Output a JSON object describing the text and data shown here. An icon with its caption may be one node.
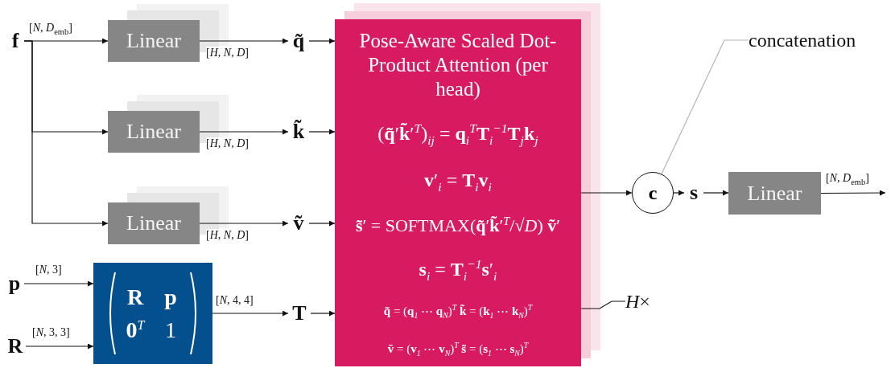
{
  "diagram": {
    "nodes": [
      {
        "text": [
          "f"
        ]
      },
      {
        "text": [
          "Linear"
        ]
      },
      {
        "text": [
          "Linear"
        ]
      },
      {
        "text": [
          "Linear"
        ]
      },
      {
        "text": [
          "q̃"
        ]
      },
      {
        "text": [
          "k̃"
        ]
      },
      {
        "text": [
          "ṽ"
        ]
      },
      {
        "text": [
          "p"
        ]
      },
      {
        "text": [
          "R"
        ]
      },
      {
        "text": [
          "R",
          "p",
          "**0**$^{T}$",
          "1"
        ]
      },
      {
        "text": [
          "T"
        ]
      },
      {
        "text": [
          "Pose-Aware Scaled Dot-Product Attention (per head)",
          "(**q̃**′**k̃**′$^{T}$)$_{ij}$ = **q**$_{i}$$^{T}$**T**$_{i}$$^{−1}$**T**$_{j}$**k**$_{j}$",
          "**v**′$_{i}$ = **T**$_{i}$**v**$_{i}$",
          "**s̃**′ = SOFTMAX(**q̃**′**k̃**′$^{T}$/√*D*) **ṽ**′",
          "**s**$_{i}$ = **T**$_{i}$$^{−1}$**s**′$_{i}$",
          "**q̃** = (**q**$_{1}$ ⋯ **q**$_{N}$)$^{T}$ **k̃** = (**k**$_{1}$ ⋯ **k**$_{N}$)$^{T}$",
          "**ṽ** = (**v**$_{1}$ ⋯ **v**$_{N}$)$^{T}$ **s̃** = (**s**$_{1}$ ⋯ **s**$_{N}$)$^{T}$"
        ]
      },
      {
        "text": [
          "c"
        ]
      },
      {
        "text": [
          "s"
        ]
      },
      {
        "text": [
          "Linear"
        ]
      },
      {
        "text": [
          "concatenation"
        ]
      },
      {
        "text": [
          "*H*×"
        ]
      }
    ],
    "edges": [
      {
        "from": 0,
        "to": 1,
        "arrow": "to",
        "label": "[*N*, *D*$_{emb}$]"
      },
      {
        "from": 0,
        "to": 2,
        "arrow": "to"
      },
      {
        "from": 0,
        "to": 3,
        "arrow": "to"
      },
      {
        "from": 1,
        "to": 4,
        "arrow": "to",
        "label": "[*H*, *N*, *D*]"
      },
      {
        "from": 2,
        "to": 5,
        "arrow": "to",
        "label": "[*H*, *N*, *D*]"
      },
      {
        "from": 3,
        "to": 6,
        "arrow": "to",
        "label": "[*H*, *N*, *D*]"
      },
      {
        "from": 4,
        "to": 11,
        "arrow": "to"
      },
      {
        "from": 5,
        "to": 11,
        "arrow": "to"
      },
      {
        "from": 6,
        "to": 11,
        "arrow": "to"
      },
      {
        "from": 10,
        "to": 11,
        "arrow": "to"
      },
      {
        "from": 7,
        "to": 9,
        "arrow": "to",
        "label": "[*N*, 3]"
      },
      {
        "from": 8,
        "to": 9,
        "arrow": "to",
        "label": "[*N*, 3, 3]"
      },
      {
        "from": 9,
        "to": 10,
        "arrow": "to",
        "label": "[*N*, 4, 4]"
      },
      {
        "from": 11,
        "to": 12,
        "arrow": "to"
      },
      {
        "from": 12,
        "to": 13,
        "arrow": "to"
      },
      {
        "from": 13,
        "to": 14,
        "arrow": "to"
      },
      {
        "from": 14,
        "to": null,
        "arrow": "to",
        "label": "[*N*, *D*$_{emb}$]"
      },
      {
        "from": 15,
        "to": 12,
        "arrow": "none",
        "color": "#b4b4b4"
      },
      {
        "from": 16,
        "to": 11,
        "arrow": "none"
      }
    ]
  }
}
